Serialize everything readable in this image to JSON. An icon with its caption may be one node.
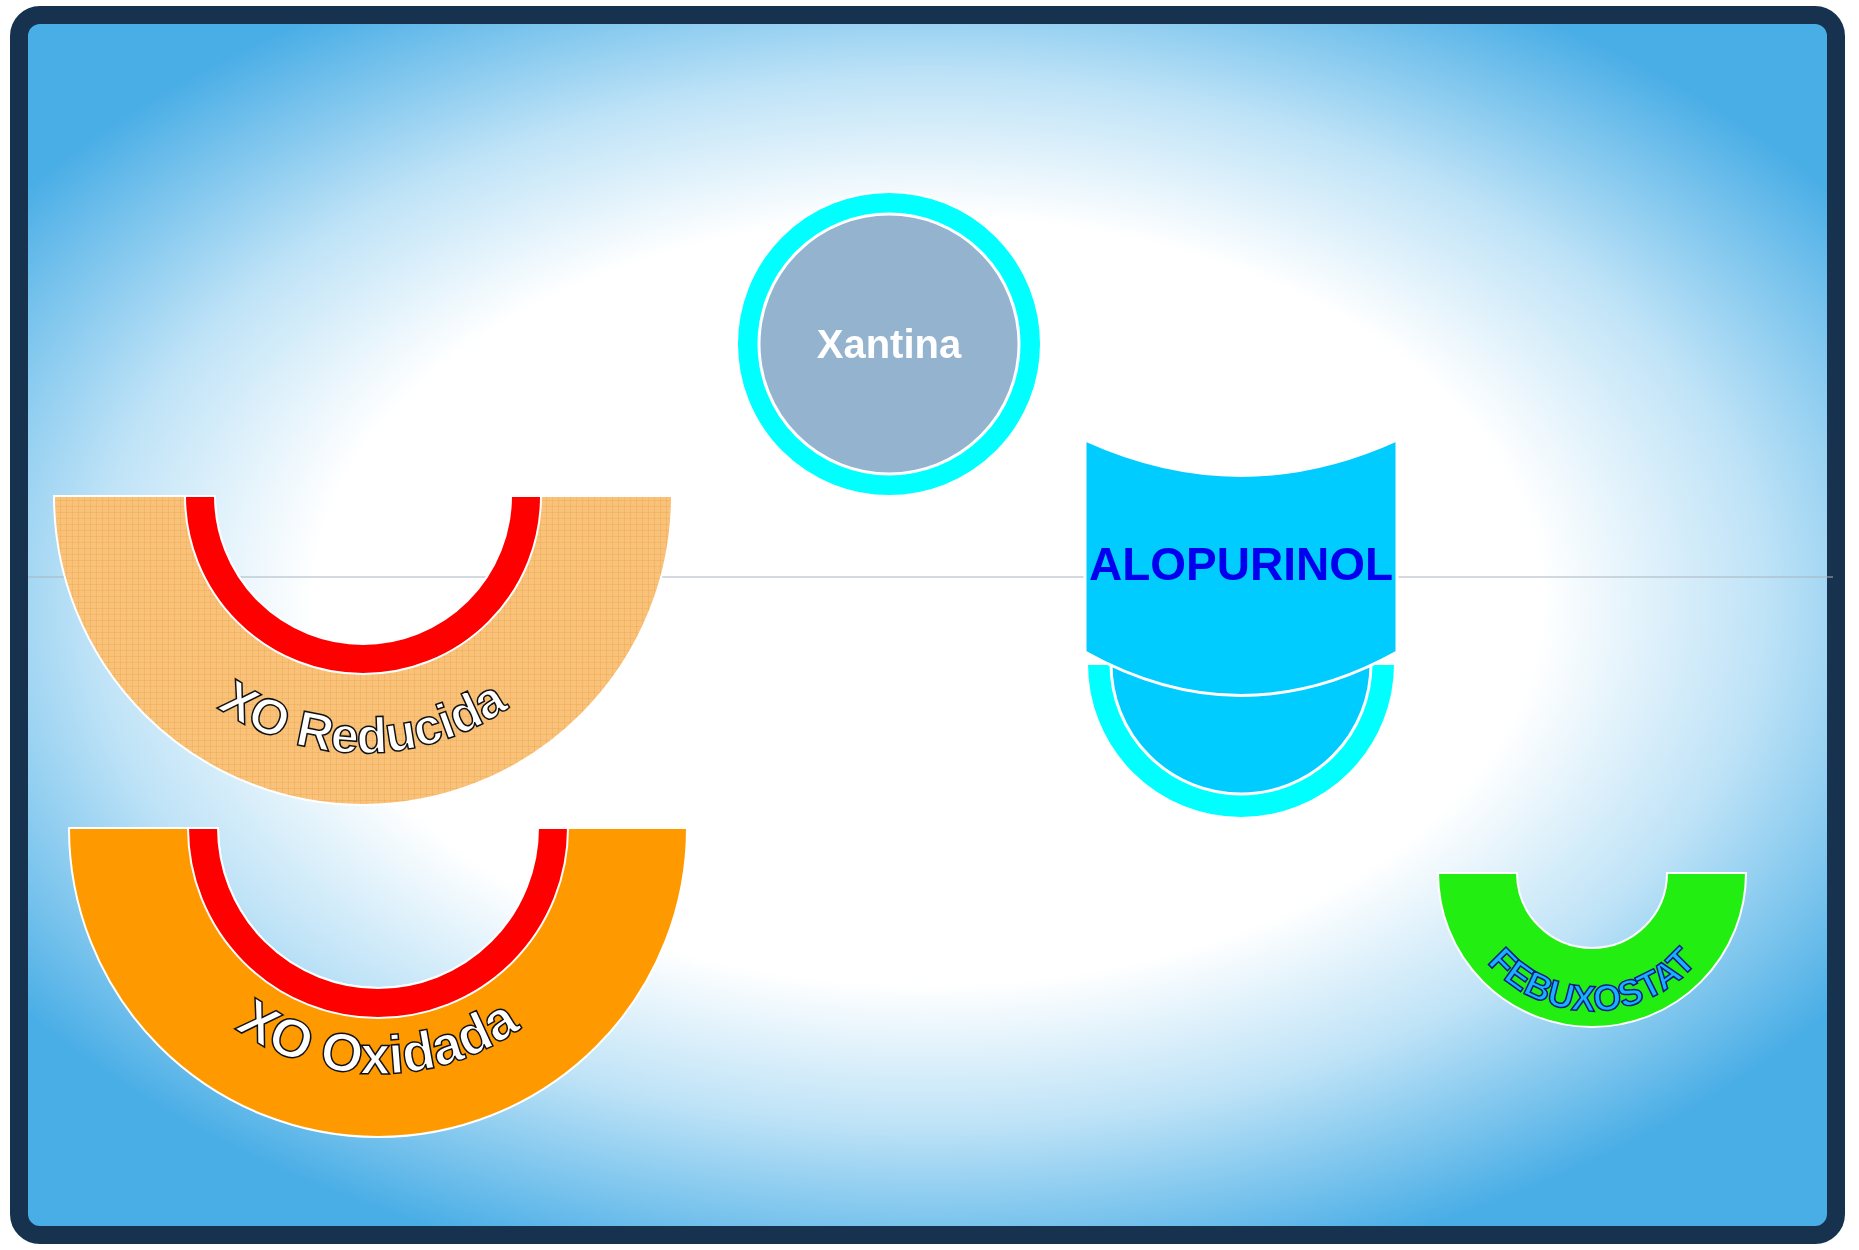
{
  "diagram": {
    "nodes": [
      {
        "text": [
          "Xantina"
        ]
      },
      {
        "text": [
          "ALOPURINOL"
        ]
      },
      {
        "text": [
          "XO Reducida"
        ]
      },
      {
        "text": [
          "XO Oxidada"
        ]
      },
      {
        "text": [
          "FEBUXOSTAT"
        ]
      }
    ]
  }
}
